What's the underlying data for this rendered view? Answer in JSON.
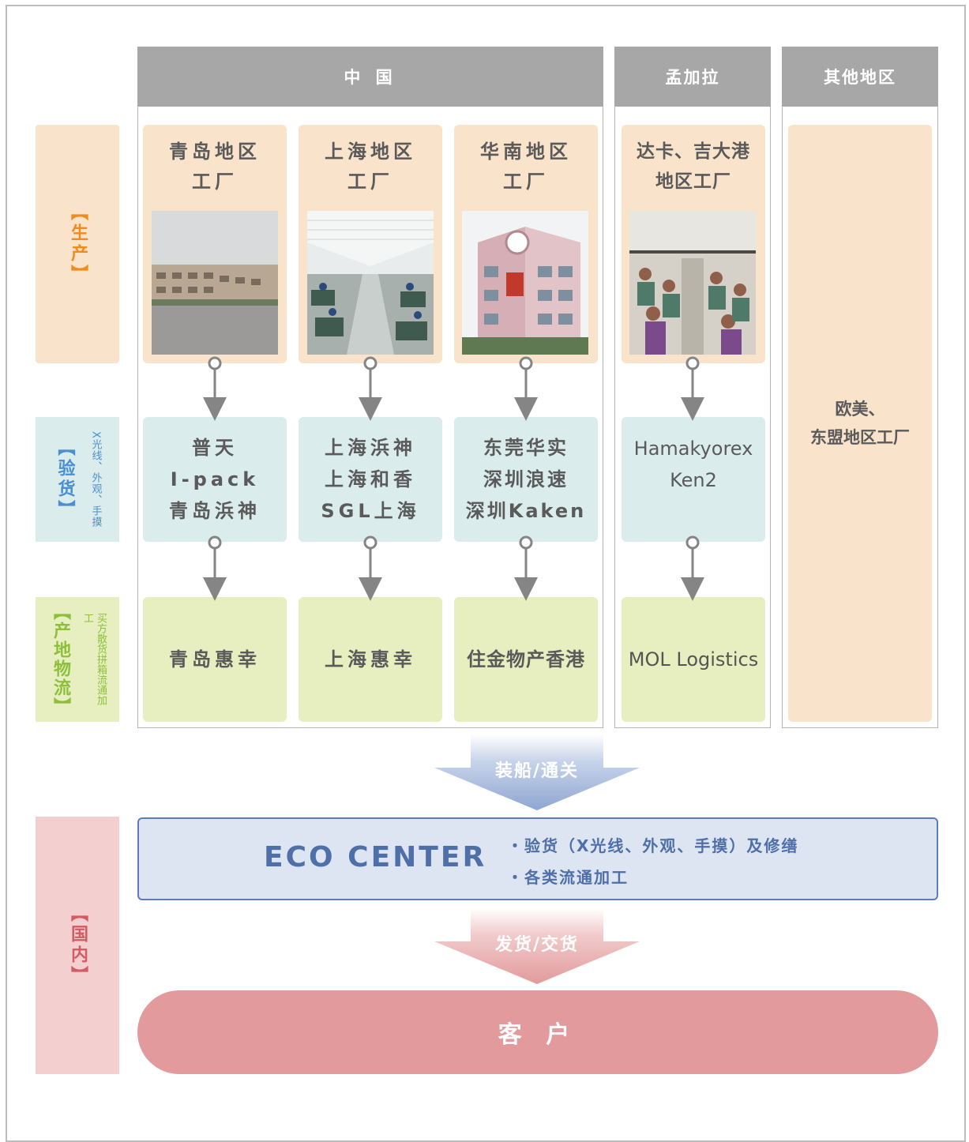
{
  "columns": {
    "china": "中 国",
    "bangladesh": "孟加拉",
    "other": "其他地区"
  },
  "sides": {
    "production": "【生产】",
    "inspection": "【验货】",
    "inspection_note": "X光线、外观、手摸",
    "logistics": "【产地物流】",
    "logistics_note": "买方散货拼箱流通加工",
    "domestic": "【国内】"
  },
  "factories": {
    "qingdao": {
      "line1": "青岛地区",
      "line2": "工厂"
    },
    "shanghai": {
      "line1": "上海地区",
      "line2": "工厂"
    },
    "south": {
      "line1": "华南地区",
      "line2": "工厂"
    },
    "dhaka": {
      "line1": "达卡、吉大港",
      "line2": "地区工厂"
    },
    "other": {
      "line1": "欧美、",
      "line2": "东盟地区工厂"
    }
  },
  "inspectors": {
    "qingdao": [
      "普天",
      "I-pack",
      "青岛浜神"
    ],
    "shanghai": [
      "上海浜神",
      "上海和香",
      "SGL上海"
    ],
    "south": [
      "东莞华实",
      "深圳浪速",
      "深圳Kaken"
    ],
    "dhaka": [
      "Hamakyorex",
      "Ken2"
    ]
  },
  "logistics": {
    "qingdao": "青岛惠幸",
    "shanghai": "上海惠幸",
    "south": "住金物产香港",
    "dhaka": "MOL Logistics"
  },
  "arrows": {
    "ship": "装船/通关",
    "deliver": "发货/交货"
  },
  "eco": {
    "title": "ECO CENTER",
    "item1": "・验货（X光线、外观、手摸）及修缮",
    "item2": "・各类流通加工"
  },
  "customer": "客 户",
  "colors": {
    "header_gray": "#a7a7a7",
    "production_bg": "#f9e3cb",
    "inspection_bg": "#dbecec",
    "logistics_bg": "#e7efc1",
    "eco_blue": "#4e6fa8",
    "customer_pink": "#e29a9c",
    "production_label": "#f08b1d",
    "inspection_label": "#4a8fd0",
    "logistics_label": "#8dbf3a",
    "domestic_label": "#d45a63"
  }
}
